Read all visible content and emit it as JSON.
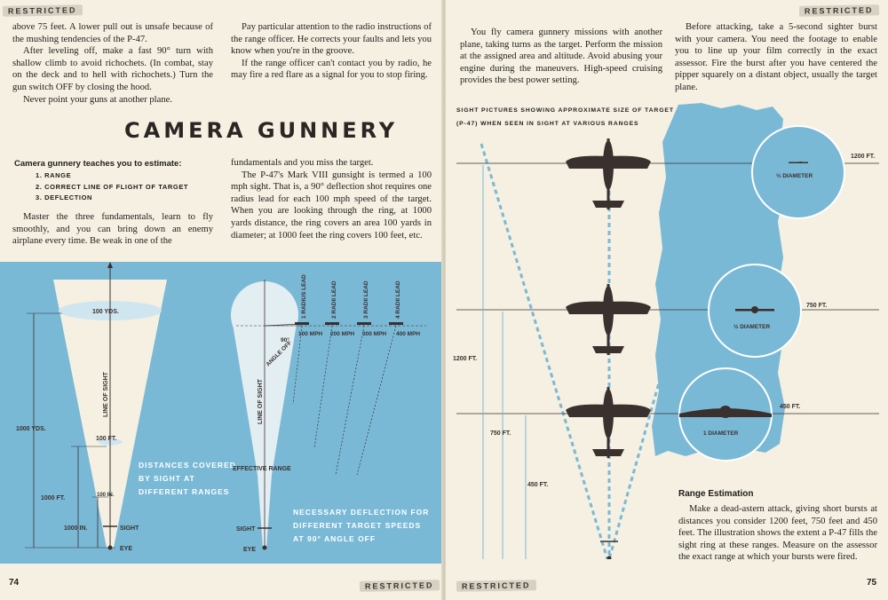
{
  "stamps": {
    "restricted": "RESTRICTED"
  },
  "left": {
    "col1_top": [
      "above 75 feet. A lower pull out is unsafe because of the mushing tendencies of the P-47.",
      "After leveling off, make a fast 90° turn with shallow climb to avoid richochets. (In combat, stay on the deck and to hell with richochets.) Turn the gun switch OFF by closing the hood.",
      "Never point your guns at another plane."
    ],
    "col2_top": [
      "Pay particular attention to the radio instructions of the range officer. He corrects your faults and lets you know when you're in the groove.",
      "If the range officer can't contact you by radio, he may fire a red flare as a signal for you to stop firing."
    ],
    "title": "CAMERA GUNNERY",
    "teach_heading": "Camera gunnery teaches you to estimate:",
    "teach_items": [
      "1. RANGE",
      "2. CORRECT LINE OF FLIGHT OF TARGET",
      "3. DEFLECTION"
    ],
    "col1_mid": "Master the three fundamentals, learn to fly smoothly, and you can bring down an enemy airplane every time. Be weak in one of the",
    "col2_mid": [
      "fundamentals and you miss the target.",
      "The P-47's Mark VIII gunsight is termed a 100 mph sight. That is, a 90° deflection shot requires one radius lead for each 100 mph speed of the target. When you are looking through the ring, at 1000 yards distance, the ring covers an area 100 yards in diameter; at 1000 feet the ring covers 100 feet, etc."
    ],
    "page_number": "74",
    "diagram1": {
      "labels": {
        "yds100": "100 YDS.",
        "ft100": "100 FT.",
        "in100": "100 IN.",
        "los": "LINE OF SIGHT",
        "yds1000": "1000 YDS.",
        "ft1000": "1000 FT.",
        "in1000": "1000 IN.",
        "sight": "SIGHT",
        "eye": "EYE"
      },
      "caption": [
        "DISTANCES COVERED",
        "BY SIGHT AT",
        "DIFFERENT RANGES"
      ]
    },
    "diagram2": {
      "leads": [
        "1 RADIUS LEAD",
        "2 RADII LEAD",
        "3 RADII LEAD",
        "4 RADII LEAD"
      ],
      "speeds": [
        "100 MPH",
        "200 MPH",
        "300 MPH",
        "400 MPH"
      ],
      "angle_off": "ANGLE OFF",
      "angle": "90°",
      "los": "LINE OF SIGHT",
      "effective_range": "EFFECTIVE RANGE",
      "sight": "SIGHT",
      "eye": "EYE",
      "caption": [
        "NECESSARY DEFLECTION FOR",
        "DIFFERENT TARGET SPEEDS",
        "AT 90° ANGLE OFF"
      ]
    }
  },
  "right": {
    "col1_top": "You fly camera gunnery missions with another plane, taking turns as the target. Perform the mission at the assigned area and altitude. Avoid abusing your engine during the maneuvers. High-speed cruising provides the best power setting.",
    "col2_top": "Before attacking, take a 5-second sighter burst with your camera. You need the footage to enable you to line up your film correctly in the exact assessor. Fire the burst after you have centered the pipper squarely on a distant object, usually the target plane.",
    "diagram_heading": [
      "SIGHT PICTURES SHOWING APPROXIMATE SIZE OF TARGET",
      "(P-47) WHEN SEEN IN SIGHT AT VARIOUS RANGES"
    ],
    "ranges": {
      "r1200": "1200 FT.",
      "r750": "750 FT.",
      "r450": "450 FT."
    },
    "diam": {
      "d1": "⅓ DIAMETER",
      "d2": "½ DIAMETER",
      "d3": "1 DIAMETER"
    },
    "range_heading": "Range Estimation",
    "range_text": "Make a dead-astern attack, giving short bursts at distances you consider 1200 feet, 750 feet and 450 feet. The illustration shows the extent a P-47 fills the sight ring at these ranges. Measure on the assessor the exact range at which your bursts were fired.",
    "page_number": "75"
  },
  "colors": {
    "blue": "#7ab9d6",
    "dark": "#3a302e",
    "paper": "#f5f0e2"
  }
}
